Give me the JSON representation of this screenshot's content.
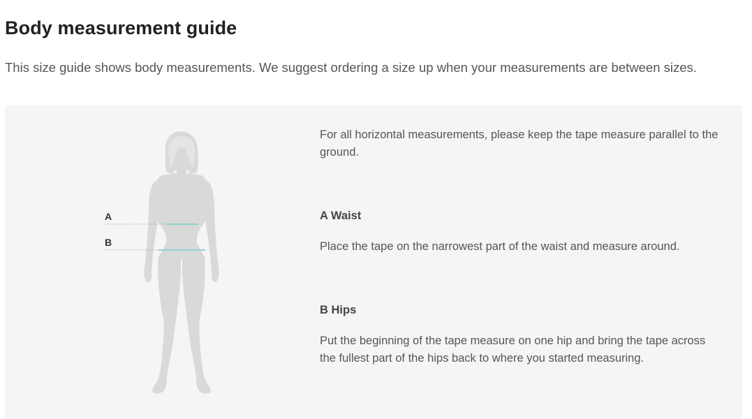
{
  "page": {
    "title": "Body measurement guide",
    "intro": "This size guide shows body measurements. We suggest ordering a size up when your measurements are between sizes."
  },
  "guide": {
    "general_note": "For all horizontal measurements, please keep the tape measure parallel to the ground.",
    "markers": [
      {
        "letter": "A"
      },
      {
        "letter": "B"
      }
    ],
    "sections": [
      {
        "heading": "A Waist",
        "text": "Place the tape on the narrowest part of the waist and measure around."
      },
      {
        "heading": "B Hips",
        "text": "Put the beginning of the tape measure on one hip and bring the tape across the fullest part of the hips back to where you started measuring."
      }
    ],
    "colors": {
      "panel_bg": "#f5f5f5",
      "silhouette": "#d9d9d9",
      "tape": "#8fd3cf",
      "dotted_line": "#aaaaaa"
    }
  }
}
